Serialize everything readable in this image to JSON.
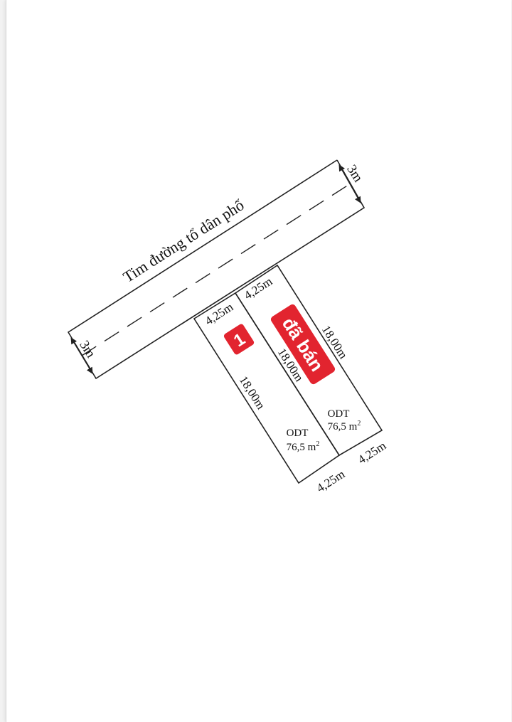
{
  "plan": {
    "road_label": "Tim đường tổ dân phố",
    "road_width_top": "3m",
    "road_width_left": "3m",
    "lots": [
      {
        "badge": "1",
        "front_width": "4,25m",
        "side_length": "18,00m",
        "land_type": "ODT",
        "area": "76,5 m",
        "area_sup": "2",
        "back_width": "4,25m"
      },
      {
        "badge": "đã bán",
        "front_width": "4,25m",
        "shared_side_length": "18,00m",
        "side_length": "18,00m",
        "land_type": "ODT",
        "area": "76,5 m",
        "area_sup": "2",
        "back_width": "4,25m"
      }
    ]
  },
  "colors": {
    "line": "#222222",
    "badge": "#e2242f"
  }
}
